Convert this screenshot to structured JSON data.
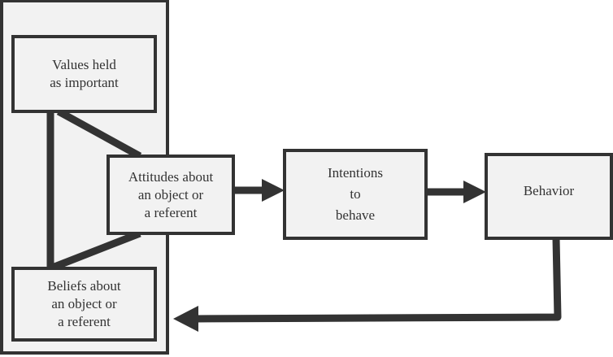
{
  "diagram": {
    "colors": {
      "stroke": "#333333",
      "fill": "#f2f2f2",
      "background": "#ffffff"
    },
    "boxes": {
      "values": {
        "lines": [
          "Values held",
          "as important"
        ]
      },
      "attitudes": {
        "lines": [
          "Attitudes about",
          "an object or",
          "a referent"
        ]
      },
      "intentions": {
        "lines": [
          "Intentions",
          "to",
          "behave"
        ]
      },
      "behavior": {
        "lines": [
          "Behavior"
        ]
      },
      "beliefs": {
        "lines": [
          "Beliefs about",
          "an object or",
          "a referent"
        ]
      }
    }
  }
}
